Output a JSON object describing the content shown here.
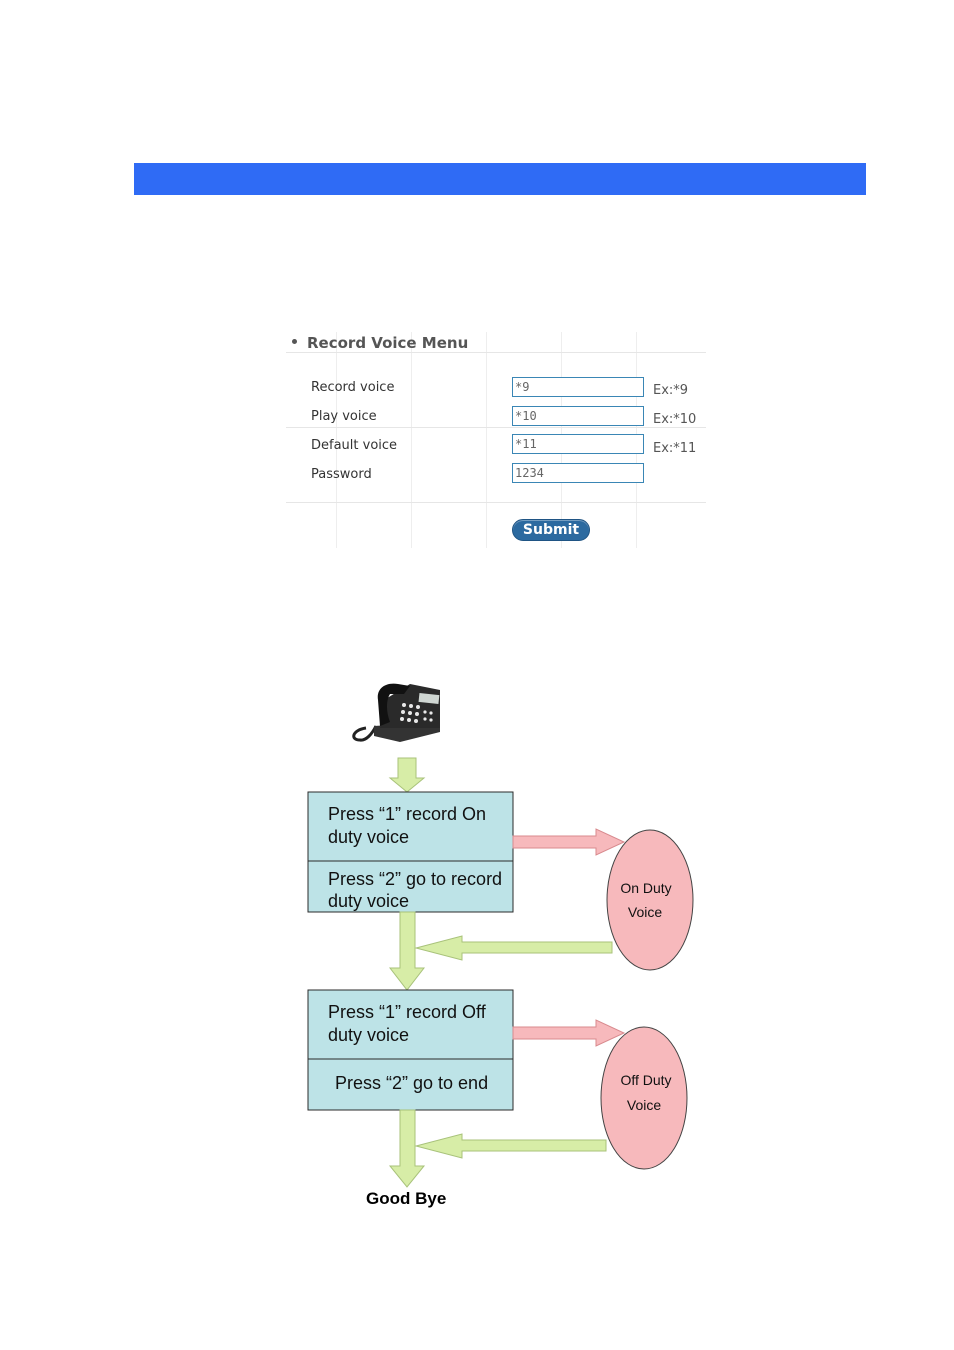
{
  "colors": {
    "header_bar": "#2f6bf5",
    "box_fill": "#bde3e7",
    "bubble_fill": "#f7b9bc",
    "green_arrow": "#d7eda7",
    "pink_arrow": "#f7b9bc"
  },
  "record_voice_menu": {
    "title": "Record Voice Menu",
    "rows": [
      {
        "label": "Record voice",
        "value": "*9",
        "hint": "Ex:*9"
      },
      {
        "label": "Play voice",
        "value": "*10",
        "hint": "Ex:*10"
      },
      {
        "label": "Default voice",
        "value": "*11",
        "hint": "Ex:*11"
      },
      {
        "label": "Password",
        "value": "1234",
        "hint": ""
      }
    ],
    "submit_label": "Submit"
  },
  "flowchart": {
    "phone_icon": "telephone-icon",
    "box1": {
      "top_lines": [
        "Press “1”  record   On",
        "duty voice"
      ],
      "bottom_lines": [
        "Press “2” go to record",
        "duty voice"
      ]
    },
    "box2": {
      "top_lines": [
        "Press “1”  record   Off",
        "duty voice"
      ],
      "bottom_lines": [
        "Press “2” go to end"
      ]
    },
    "bubble1": [
      "On Duty",
      "Voice"
    ],
    "bubble2": [
      "Off Duty",
      "Voice"
    ],
    "end_label": "Good Bye"
  }
}
